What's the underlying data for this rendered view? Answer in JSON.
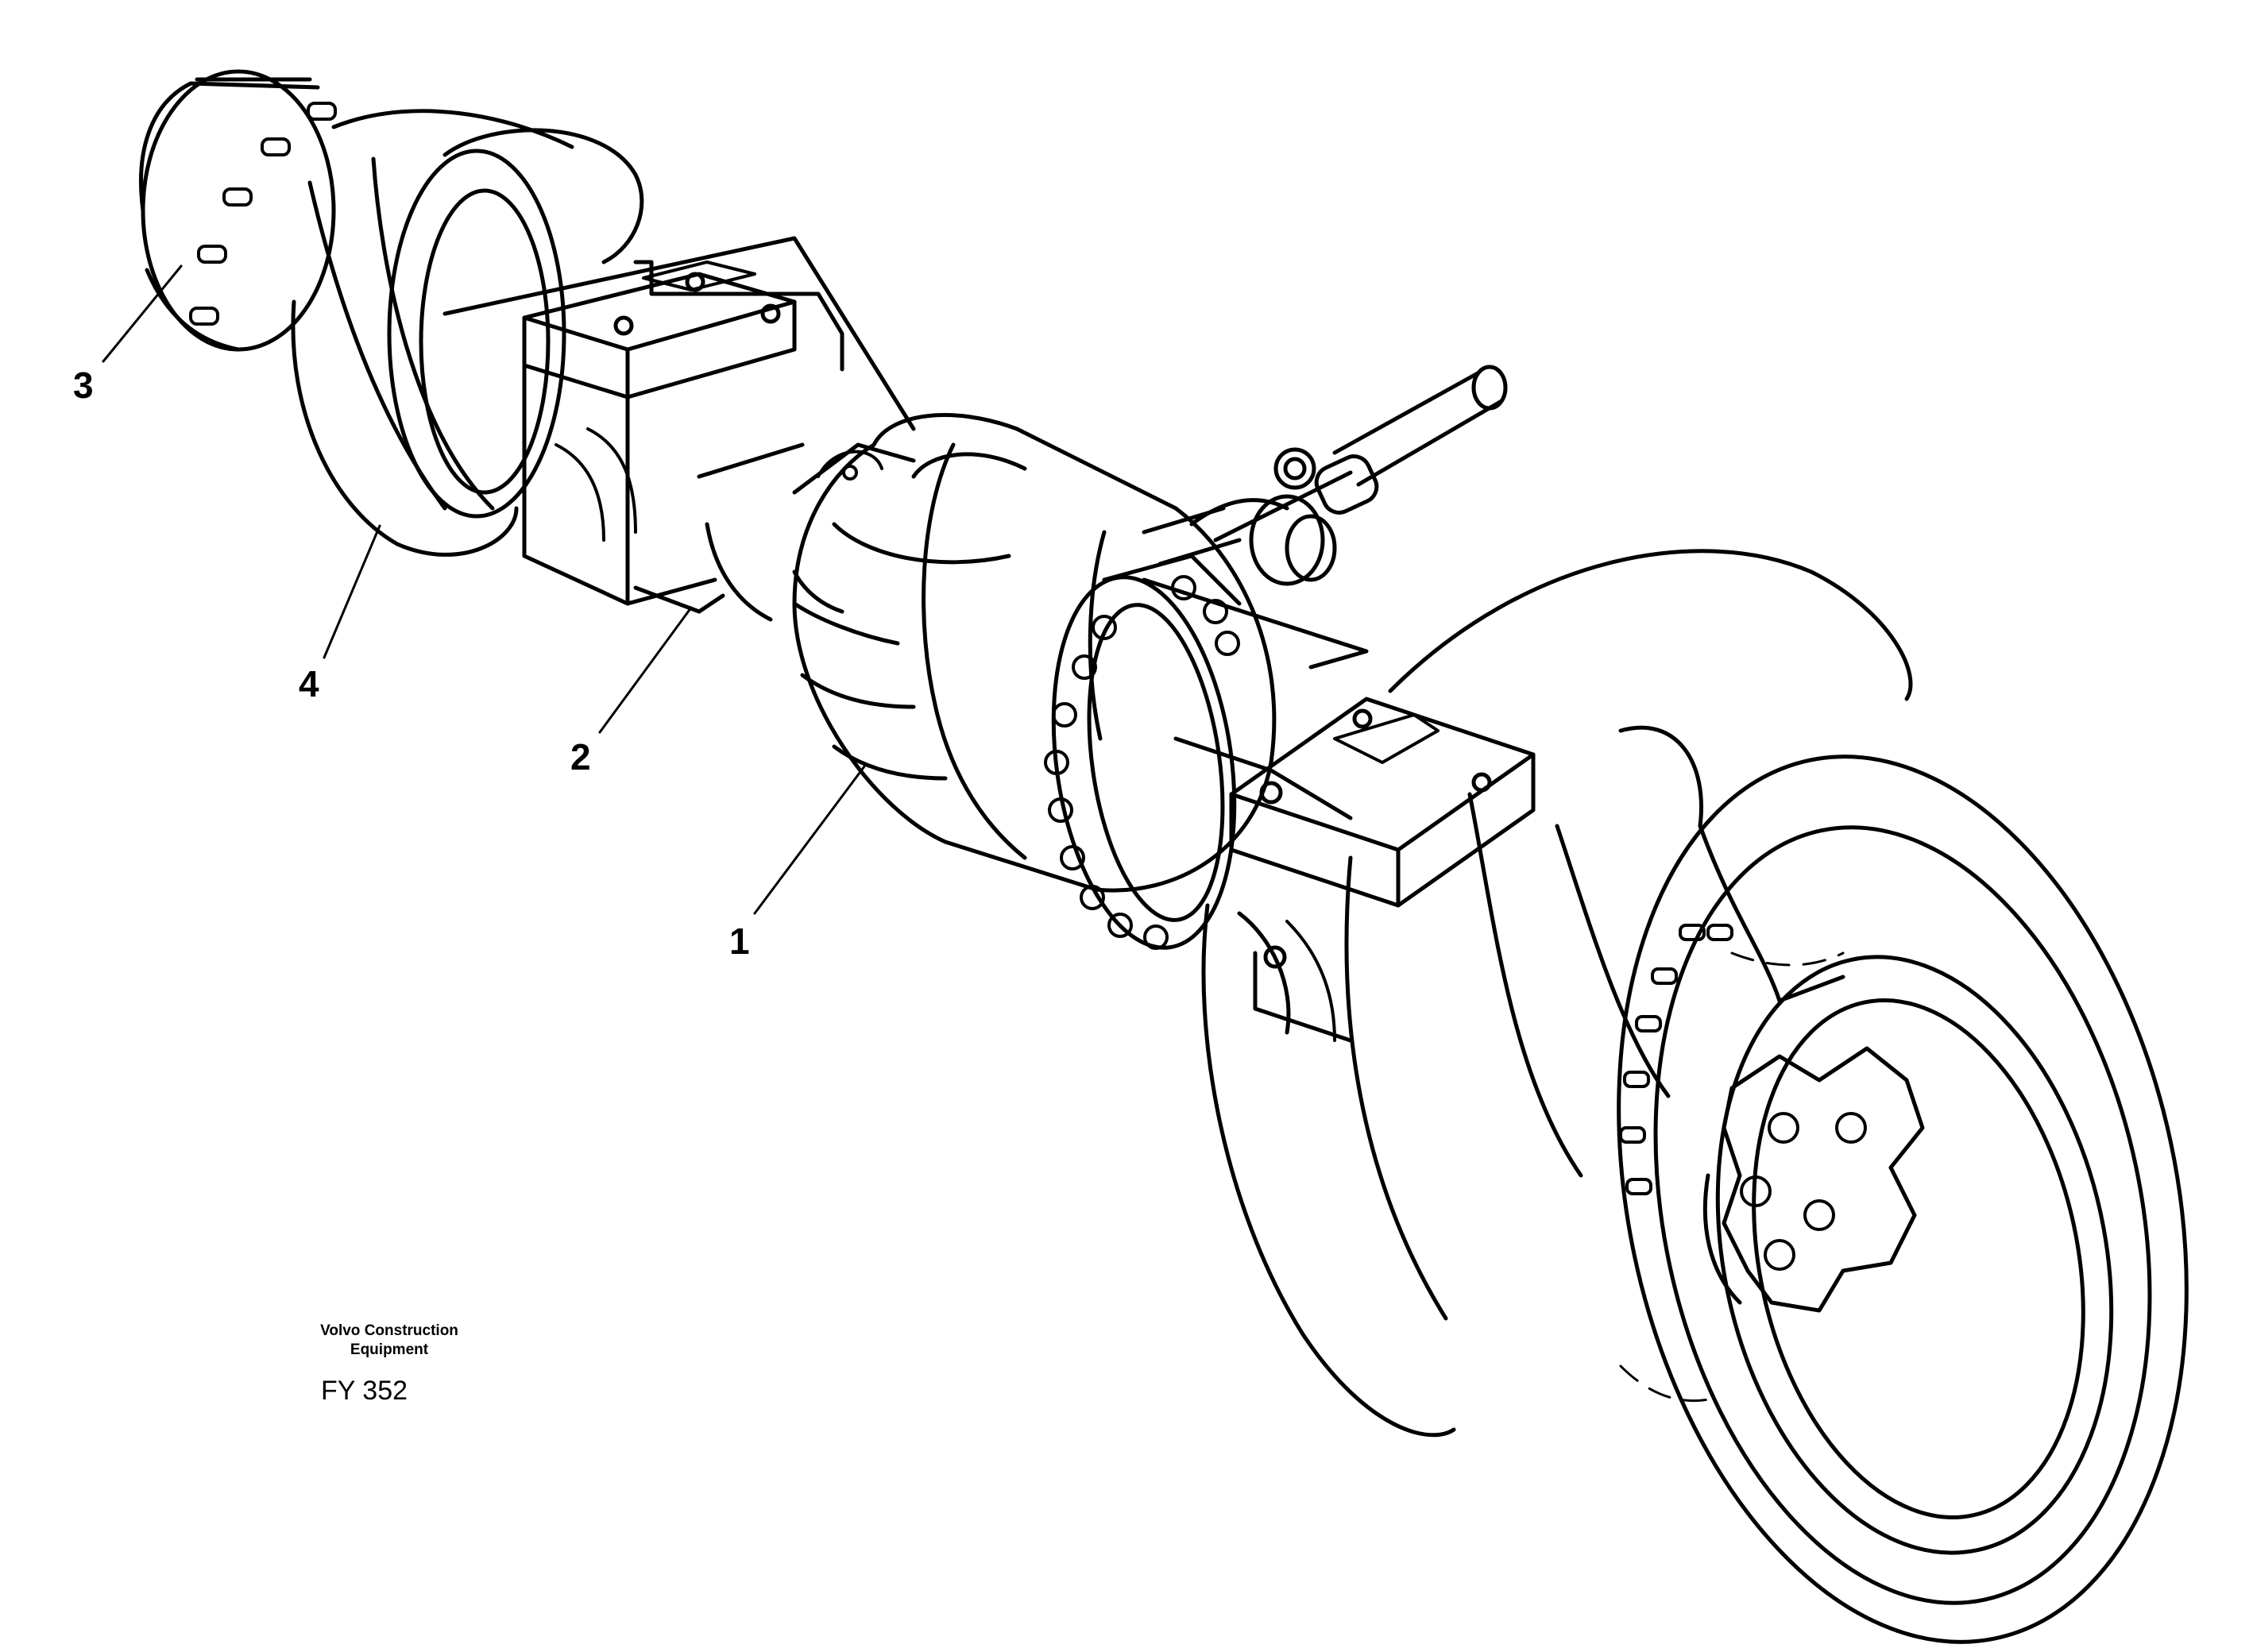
{
  "figure": {
    "callouts": {
      "c1": "1",
      "c2": "2",
      "c3": "3",
      "c4": "4"
    },
    "footer": {
      "company_line1": "Volvo Construction",
      "company_line2": "Equipment",
      "figure_code": "FY 352"
    },
    "colors": {
      "line": "#000000",
      "background": "#ffffff"
    }
  }
}
